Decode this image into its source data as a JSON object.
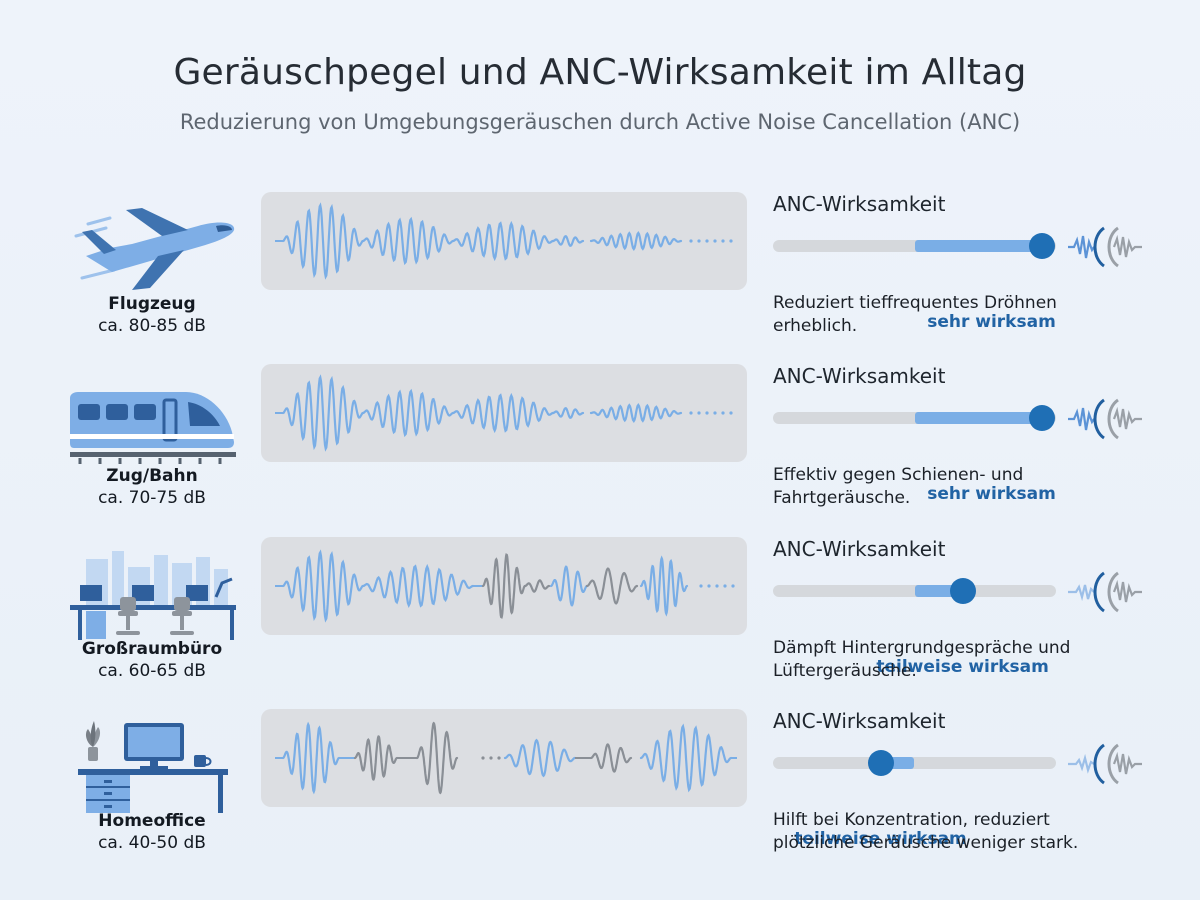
{
  "header": {
    "title": "Geräuschpegel und ANC-Wirksamkeit im Alltag",
    "subtitle": "Reduzierung von Umgebungsgeräuschen durch Active Noise Cancellation (ANC)"
  },
  "colors": {
    "accent": "#1f6fb5",
    "fill": "#7aaee6",
    "wave_blue": "#7aaee6",
    "wave_gray": "#8a8f96"
  },
  "rows": [
    {
      "name": "Flugzeug",
      "db": "ca. 80-85 dB",
      "icon": "airplane-icon",
      "anc_label": "ANC-Wirksamkeit",
      "level": "sehr wirksam",
      "fill_from": 0.5,
      "fill_to": 0.95,
      "note": "Reduziert tieffrequentes Dröhnen erheblich."
    },
    {
      "name": "Zug/Bahn",
      "db": "ca. 70-75 dB",
      "icon": "train-icon",
      "anc_label": "ANC-Wirksamkeit",
      "level": "sehr wirksam",
      "fill_from": 0.5,
      "fill_to": 0.95,
      "note": "Effektiv gegen Schienen- und Fahrtgeräusche."
    },
    {
      "name": "Großraumbüro",
      "db": "ca. 60-65 dB",
      "icon": "open-plan-office-icon",
      "anc_label": "ANC-Wirksamkeit",
      "level": "teilweise wirksam",
      "fill_from": 0.5,
      "fill_to": 0.67,
      "note": "Dämpft Hintergrundgespräche und Lüftergeräusche."
    },
    {
      "name": "Homeoffice",
      "db": "ca. 40-50 dB",
      "icon": "home-office-icon",
      "anc_label": "ANC-Wirksamkeit",
      "level": "teilweise wirksam",
      "fill_from": 0.38,
      "fill_to": 0.5,
      "note": "Hilft bei Konzentration, reduziert plötzliche Geräusche weniger stark."
    }
  ]
}
